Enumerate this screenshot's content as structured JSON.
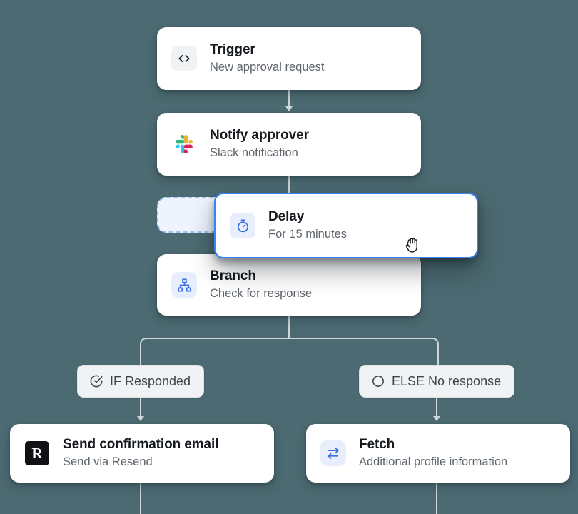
{
  "canvas": {
    "background_color": "#4c6a72",
    "accent_color": "#3b82f6",
    "connector_color": "#cfd6d8"
  },
  "workflow": {
    "nodes": [
      {
        "id": "trigger",
        "title": "Trigger",
        "subtitle": "New approval request",
        "icon": "code-brackets-icon",
        "icon_style": "grey",
        "state": "idle"
      },
      {
        "id": "notify-approver",
        "title": "Notify approver",
        "subtitle": "Slack notification",
        "icon": "slack-icon",
        "icon_style": "plain",
        "state": "idle"
      },
      {
        "id": "delay",
        "title": "Delay",
        "subtitle": "For 15 minutes",
        "icon": "stopwatch-icon",
        "icon_style": "blue",
        "state": "dragging"
      },
      {
        "id": "branch",
        "title": "Branch",
        "subtitle": "Check for response",
        "icon": "sitemap-icon",
        "icon_style": "blue",
        "state": "idle"
      },
      {
        "id": "send-confirmation-email",
        "title": "Send confirmation email",
        "subtitle": "Send via Resend",
        "icon": "resend-logo-icon",
        "icon_style": "plain",
        "state": "idle"
      },
      {
        "id": "fetch",
        "title": "Fetch",
        "subtitle": "Additional profile information",
        "icon": "exchange-arrows-icon",
        "icon_style": "blue",
        "state": "idle"
      }
    ],
    "branch_conditions": [
      {
        "id": "if-responded",
        "label": "IF Responded",
        "icon": "check-circle-icon"
      },
      {
        "id": "else-no-response",
        "label": "ELSE No response",
        "icon": "empty-circle-icon"
      }
    ],
    "drag": {
      "active": true,
      "dragged_node": "delay",
      "cursor": "grabbing-hand-cursor",
      "placeholder_visible": true
    }
  }
}
